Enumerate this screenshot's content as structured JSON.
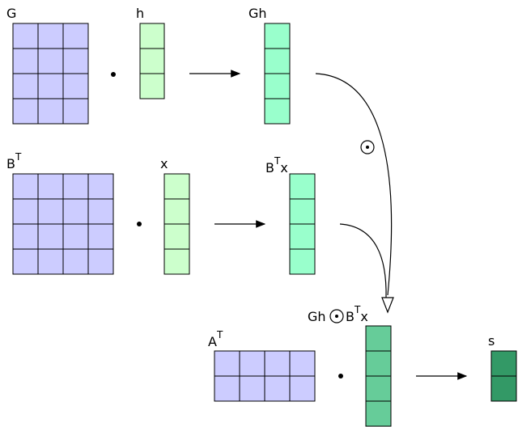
{
  "labels": {
    "g": "G",
    "h": "h",
    "gh": "Gh",
    "bt_base": "B",
    "bt_sup": "T",
    "x": "x",
    "btx_base": "B",
    "btx_sup": "T",
    "btx_tail": "x",
    "prod_gh": "Gh",
    "prod_b": "B",
    "prod_sup": "T",
    "prod_x": "x",
    "at_base": "A",
    "at_sup": "T",
    "s": "s"
  },
  "colors": {
    "matrix": "#ccccff",
    "input_vec": "#ccffcc",
    "mid_vec": "#99ffcc",
    "prod_vec": "#66cc99",
    "out_vec": "#339966"
  },
  "icons": {
    "dot_operator": "bullet-icon",
    "hadamard": "circled-dot-icon",
    "arrow": "right-arrow-icon"
  }
}
